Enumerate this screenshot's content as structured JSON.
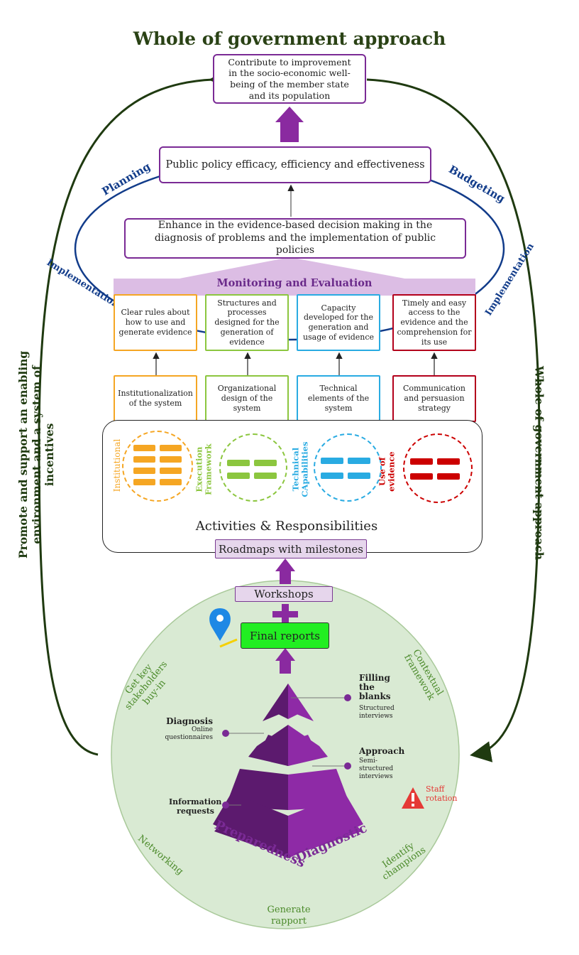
{
  "title": "Whole of government approach",
  "top_goal": "Contribute to improvement in the socio-economic well-being of the member state and its population",
  "public_policy": "Public policy efficacy, efficiency and effectiveness",
  "evidence_box": "Enhance in the evidence-based decision making in the diagnosis of problems and the implementation of public policies",
  "cycle_labels": {
    "planning": "Planning",
    "budgeting": "Budgeting",
    "implementation_left": "Implementation",
    "implementation_right": "Implementation"
  },
  "monitoring": "Monitoring and Evaluation",
  "outcomes": [
    {
      "text": "Clear rules about how to use and generate evidence",
      "color": "#f5a623"
    },
    {
      "text": "Structures and processes designed for the generation of evidence",
      "color": "#8cc63f"
    },
    {
      "text": "Capacity developed for the generation and usage of evidence",
      "color": "#29abe2"
    },
    {
      "text": "Timely and easy access to the evidence and the comprehension for its use",
      "color": "#b3001b"
    }
  ],
  "components": [
    {
      "text": "Institutionalization of the system"
    },
    {
      "text": "Organizational design of the system"
    },
    {
      "text": "Technical elements of the system"
    },
    {
      "text": "Communication and persuasion strategy"
    }
  ],
  "circles": [
    {
      "label": "Institutional",
      "color": "#f5a623"
    },
    {
      "label": "Execution Framework",
      "color": "#8cc63f"
    },
    {
      "label": "Technical CApabilities",
      "color": "#29abe2"
    },
    {
      "label": "Use of evidence",
      "color": "#cc0000"
    }
  ],
  "activities_title": "Activities & Responsibilities",
  "roadmaps": "Roadmaps with milestones",
  "workshops": "Workshops",
  "final_reports": "Final reports",
  "left_side": "Promote and support an enabling environment and a system of incentives",
  "right_side": "Whole of government approach",
  "green_circle_labels": {
    "stakeholders": "Get key stakeholders buy-in",
    "contextual": "Contextual framework",
    "networking": "Networking",
    "champions": "Identify champions",
    "rapport": "Generate rapport"
  },
  "pyramid": {
    "filling": {
      "title": "Filling the blanks",
      "sub": "Structured interviews"
    },
    "diagnosis": {
      "title": "Diagnosis",
      "sub": "Online questionnaires"
    },
    "approach": {
      "title": "Approach",
      "sub": "Semi-structured interviews"
    },
    "info": {
      "title": "Information requests"
    },
    "preparedness": "Preparedness",
    "diagnostic": "Diagnostic"
  },
  "staff_rotation": "Staff rotation",
  "colors": {
    "purple": "#7a2a95",
    "dark_green": "#1f3a10",
    "navy": "#123c8a",
    "green_circle": "#d9ead3"
  }
}
